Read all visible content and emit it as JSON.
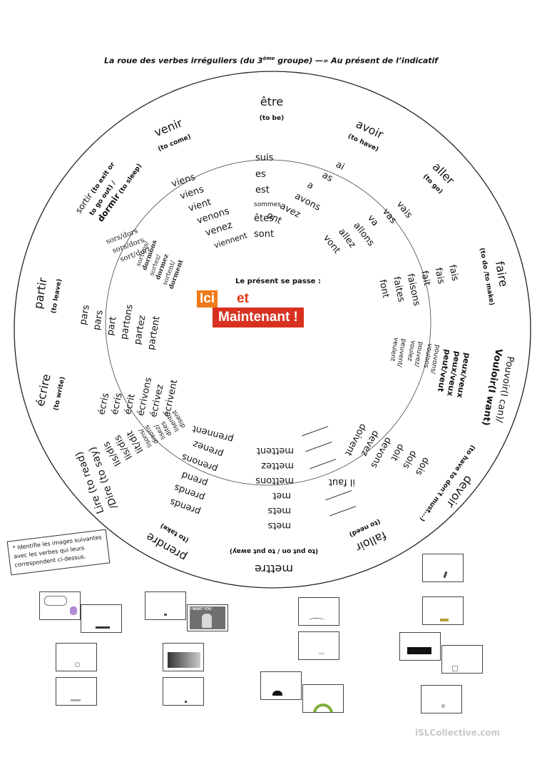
{
  "title": {
    "before": "La roue des verbes irréguliers (du 3",
    "sup": "ème",
    "after": " groupe) —» Au présent de l’indicatif"
  },
  "wheel": {
    "center_label": "Le présent se passe :",
    "ici": "Ici",
    "et": "et",
    "maintenant": "Maintenant !",
    "verbs": {
      "etre": {
        "name": "être",
        "trans": "(to be)",
        "forms": [
          "suis",
          "es",
          "est",
          "sommes",
          "êtes",
          "sont"
        ]
      },
      "avoir": {
        "name": "avoir",
        "trans": "(to have)",
        "forms": [
          "ai",
          "as",
          "a",
          "avons",
          "avez",
          "ont"
        ]
      },
      "aller": {
        "name": "aller",
        "trans": "(to go)",
        "forms": [
          "vais",
          "vas",
          "va",
          "allons",
          "allez",
          "vont"
        ]
      },
      "faire": {
        "name": "faire",
        "trans": "(to do /to make)",
        "forms": [
          "fais",
          "fais",
          "fait",
          "faisons",
          "faites",
          "font"
        ]
      },
      "pouvoir": {
        "name": "Pouvoir(I can)/",
        "name2": "Vouloir(I want)",
        "forms": [
          "peux/veux",
          "peux/veux",
          "peut/veut",
          "pouvons/",
          "voulons",
          "pouvez/",
          "voulez",
          "peuvent/",
          "veulent"
        ]
      },
      "devoir": {
        "name": "devoir",
        "trans": "(to have to don't must...)",
        "forms": [
          "dois",
          "dois",
          "doit",
          "devons",
          "devez",
          "doivent"
        ]
      },
      "falloir": {
        "name": "falloir",
        "trans": "(to need)",
        "form": "il faut",
        "dash": "______"
      },
      "mettre": {
        "name": "mettre",
        "trans": "(to put on / to put away)",
        "forms": [
          "mets",
          "mets",
          "met",
          "mettons",
          "mettez",
          "mettent"
        ]
      },
      "prendre": {
        "name": "prendre",
        "trans": "(to take)",
        "forms": [
          "prends",
          "prends",
          "prend",
          "prenons",
          "prenez",
          "prennent"
        ]
      },
      "lire": {
        "name": "Lire (to read)",
        "name2": "/Dire (to say)",
        "forms": [
          "lis/dis",
          "lis/dis",
          "lit/dit",
          "lisons/",
          "disons",
          "lisez/",
          "dites",
          "lisent /",
          "disent"
        ]
      },
      "ecrire": {
        "name": "écrire",
        "trans": "(to write)",
        "forms": [
          "écris",
          "écris",
          "écrit",
          "écrivons",
          "écrivez",
          "écrivent"
        ]
      },
      "partir": {
        "name": "partir",
        "trans": "(to leave)",
        "forms": [
          "pars",
          "pars",
          "part",
          "partons",
          "partez",
          "partent"
        ]
      },
      "sortir": {
        "name": "sortir",
        "name_tail": " (to exit or",
        "name_line2": "to go out) /",
        "name2": "dormir",
        "name2_tail": " (to sleep)",
        "forms": [
          "sors/dors",
          "sors/dors",
          "sort/dort",
          "sortons/",
          "dormons",
          "sortez/",
          "dormez",
          "sortent/",
          "dorment"
        ]
      },
      "venir": {
        "name": "venir",
        "trans": "(to come)",
        "forms": [
          "viens",
          "viens",
          "vient",
          "venons",
          "venez",
          "viennent"
        ]
      }
    }
  },
  "instructions": {
    "line1": "* Identifie les images suivantes",
    "line2": "avec  les verbes qui leurs",
    "line3": "correspondent ci-dessus."
  },
  "thumbs": {
    "want_you": "I WANT YOU"
  },
  "watermark": "iSLCollective.com"
}
